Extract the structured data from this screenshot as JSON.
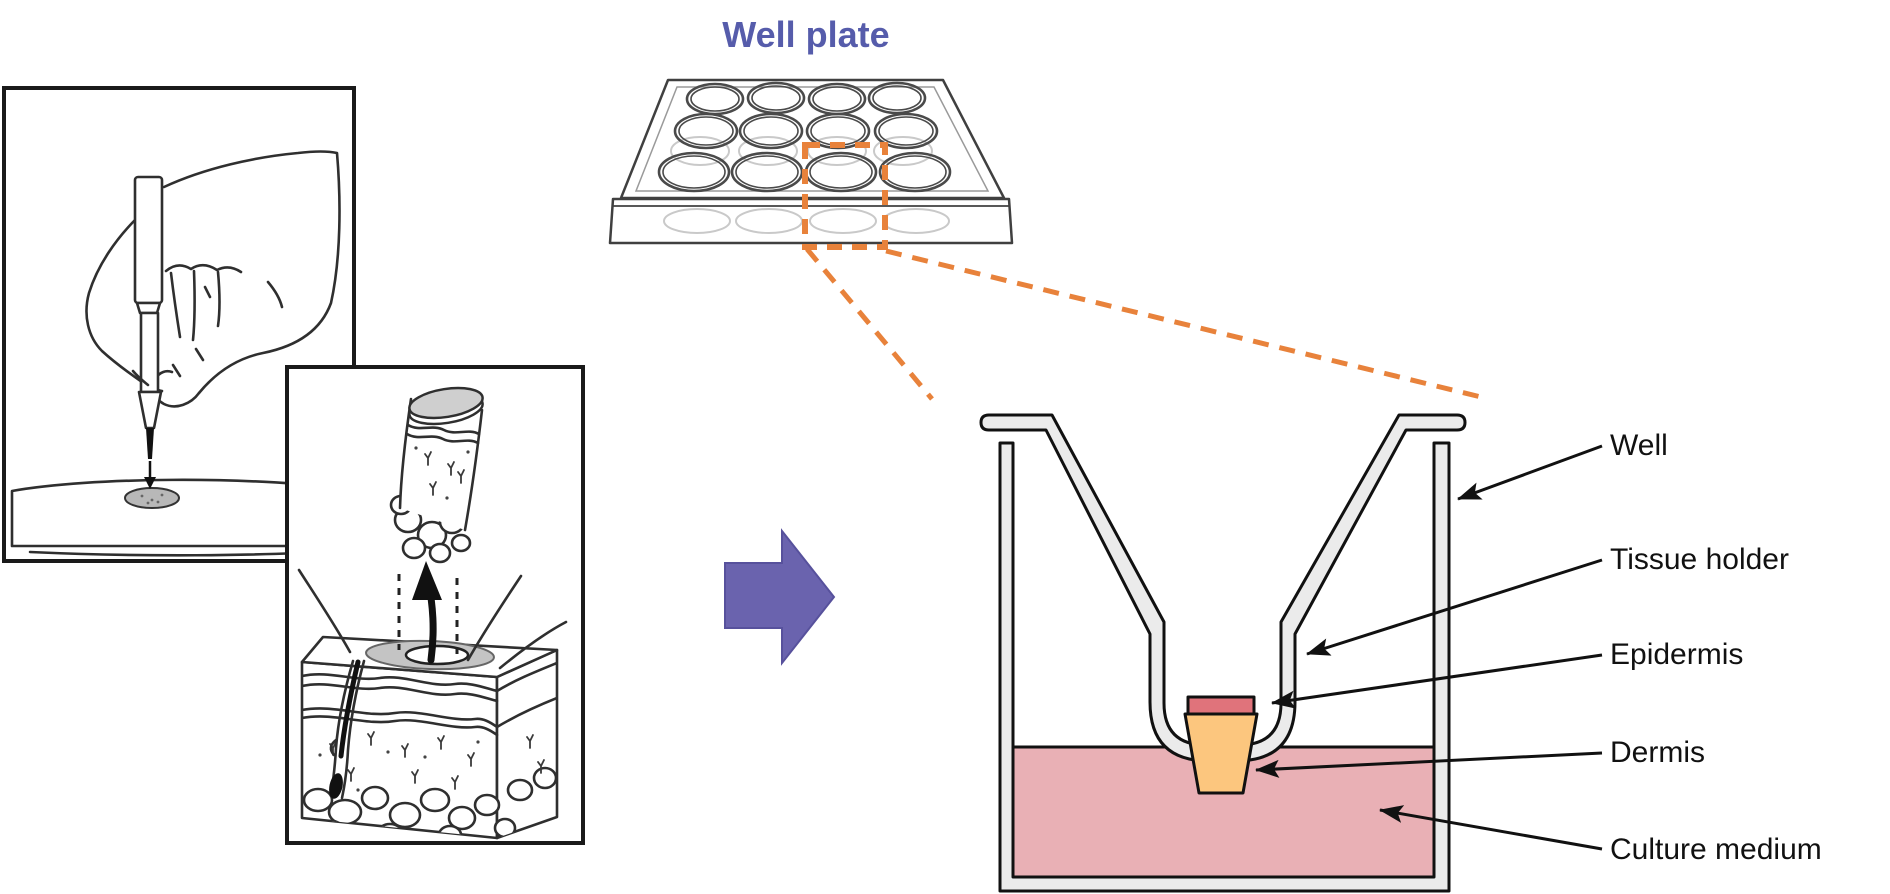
{
  "diagram": {
    "well_plate_title": "Well plate",
    "callouts": {
      "well": "Well",
      "tissue_holder": "Tissue holder",
      "epidermis": "Epidermis",
      "dermis": "Dermis",
      "culture_medium": "Culture medium"
    },
    "colors": {
      "title_purple": "#565CAB",
      "block_arrow_purple": "#6A63AE",
      "highlight_orange": "#E8823B",
      "epidermis_red": "#E0737B",
      "dermis_orange": "#FCC67E",
      "culture_medium_pink": "#E9B0B5",
      "labware_gray": "#EBEBEB"
    }
  }
}
